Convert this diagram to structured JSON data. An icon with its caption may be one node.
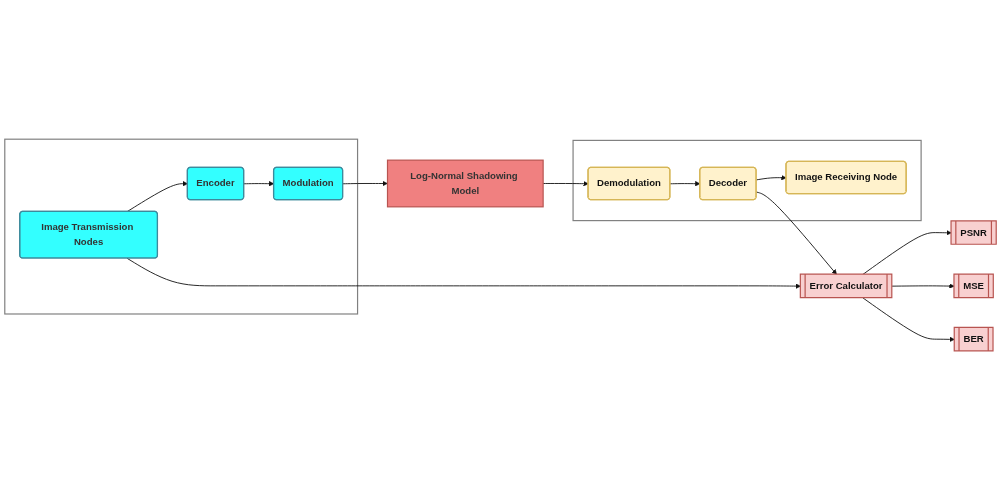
{
  "diagram": {
    "nodes": [
      {
        "text": [],
        "shape": "box"
      },
      {
        "text": [
          "Image Transmission Nodes"
        ],
        "in": 0
      },
      {
        "text": [
          "Encoder"
        ],
        "in": 0
      },
      {
        "text": [
          "Modulation"
        ],
        "in": 0
      },
      {
        "text": [
          "Log-Normal Shadowing Model"
        ]
      },
      {
        "text": [
          "Error Calculator"
        ]
      },
      {
        "text": [
          "PSNR"
        ]
      },
      {
        "text": [
          "MSE"
        ]
      },
      {
        "text": [
          "BER"
        ]
      },
      {
        "text": [],
        "shape": "box"
      },
      {
        "text": [
          "Image Receiving Node"
        ],
        "in": 9
      },
      {
        "text": [
          "Decoder"
        ],
        "in": 9
      },
      {
        "text": [
          "Demodulation"
        ],
        "in": 9
      }
    ],
    "edges": [
      {
        "from": 1,
        "to": 2,
        "arrow": "to"
      },
      {
        "from": 1,
        "to": 5,
        "arrow": "to"
      },
      {
        "from": 2,
        "to": 3,
        "arrow": "to"
      },
      {
        "from": 3,
        "to": 4,
        "arrow": "to"
      },
      {
        "from": 4,
        "to": 12,
        "arrow": "to"
      },
      {
        "from": 12,
        "to": 11,
        "arrow": "to"
      },
      {
        "from": 11,
        "to": 10,
        "arrow": "to"
      },
      {
        "from": 11,
        "to": 5,
        "arrow": "to"
      },
      {
        "from": 5,
        "to": 6,
        "arrow": "to"
      },
      {
        "from": 5,
        "to": 7,
        "arrow": "to"
      },
      {
        "from": 5,
        "to": 8,
        "arrow": "to"
      }
    ]
  }
}
